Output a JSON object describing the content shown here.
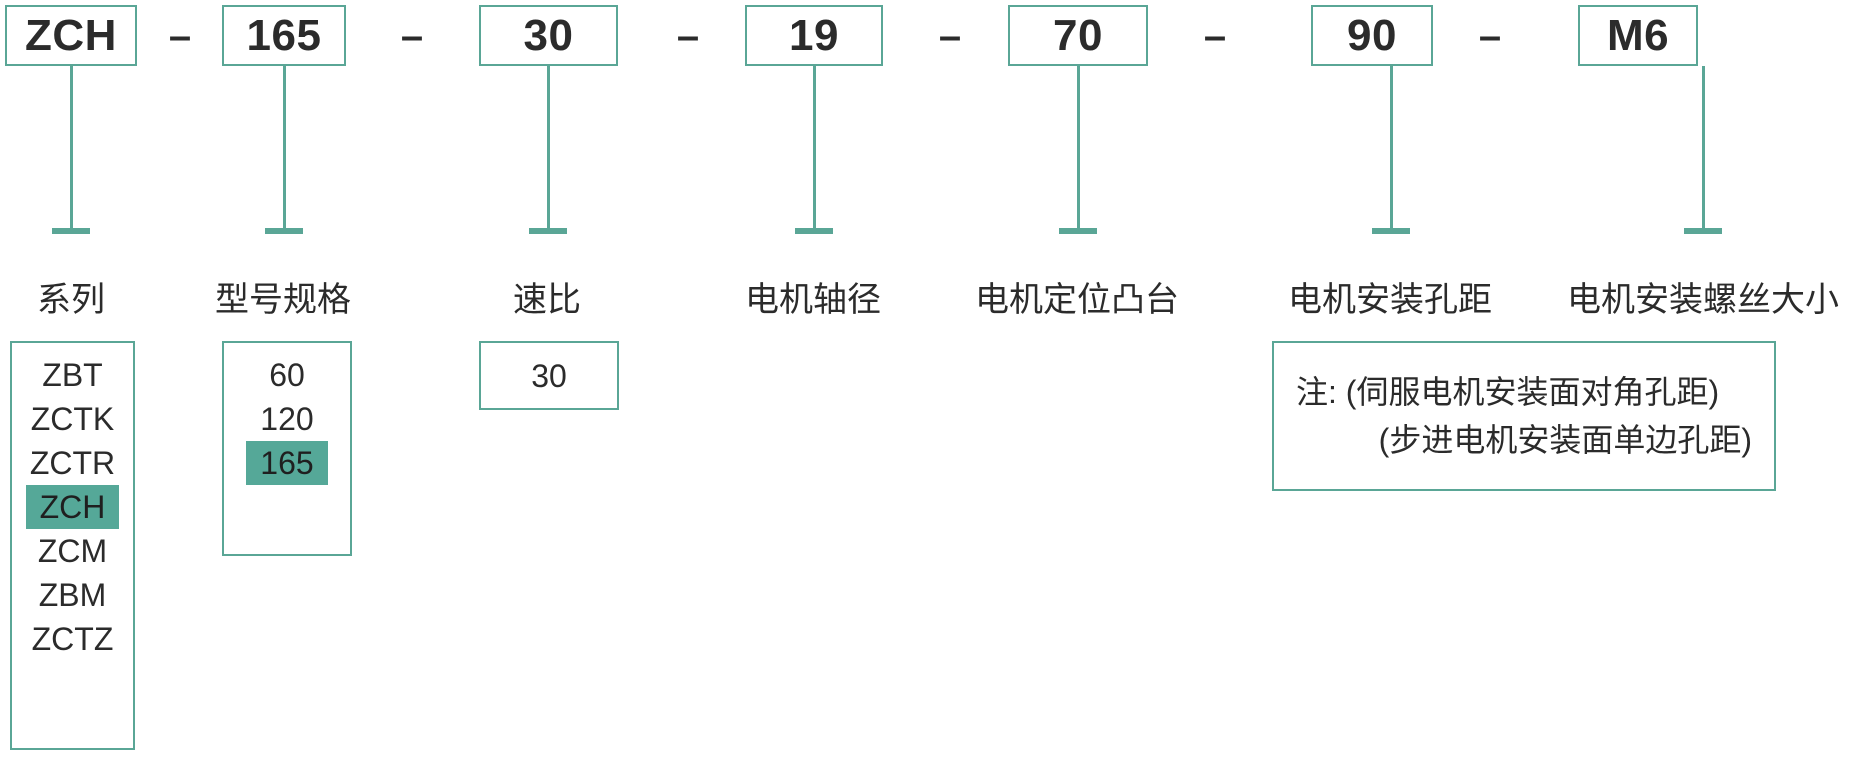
{
  "colors": {
    "accent": "#5aa696",
    "highlight": "#55a898",
    "text": "#2b2b2b",
    "background": "#ffffff"
  },
  "model_code": {
    "separator": "–",
    "segments": [
      {
        "value": "ZCH",
        "label": "系列"
      },
      {
        "value": "165",
        "label": "型号规格"
      },
      {
        "value": "30",
        "label": "速比"
      },
      {
        "value": "19",
        "label": "电机轴径"
      },
      {
        "value": "70",
        "label": "电机定位凸台"
      },
      {
        "value": "90",
        "label": "电机安装孔距"
      },
      {
        "value": "M6",
        "label": "电机安装螺丝大小"
      }
    ]
  },
  "option_panels": {
    "series": {
      "items": [
        "ZBT",
        "ZCTK",
        "ZCTR",
        "ZCH",
        "ZCM",
        "ZBM",
        "ZCTZ"
      ],
      "selected": "ZCH"
    },
    "model_spec": {
      "items": [
        "60",
        "120",
        "165"
      ],
      "selected": "165"
    },
    "ratio": {
      "items": [
        "30"
      ],
      "selected": null
    }
  },
  "note": {
    "line1": "注: (伺服电机安装面对角孔距)",
    "line2": "(步进电机安装面单边孔距)"
  }
}
